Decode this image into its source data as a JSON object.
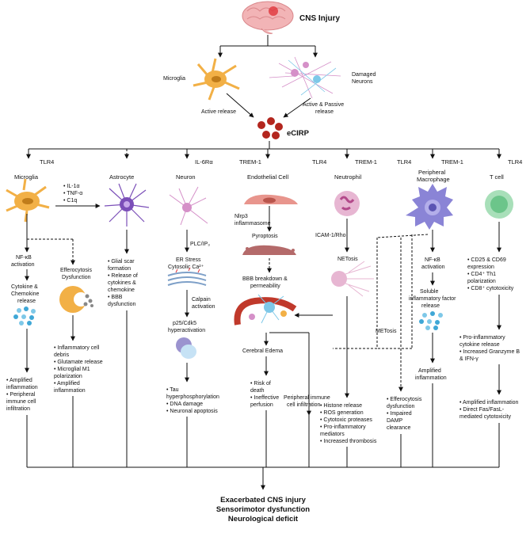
{
  "top": {
    "title": "CNS Injury",
    "microglia": "Microglia",
    "damaged_neurons": [
      "Damaged",
      "Neurons"
    ],
    "active_release": "Active release",
    "active_passive": [
      "Active & Passive",
      "release"
    ],
    "ecirp": "eCIRP"
  },
  "receptors": {
    "tlr4_1": "TLR4",
    "il6ra": "IL-6Rα",
    "trem1_1": "TREM-1",
    "tlr4_2": "TLR4",
    "trem1_2": "TREM-1",
    "tlr4_3": "TLR4",
    "trem1_3": "TREM-1",
    "tlr4_4": "TLR4"
  },
  "cells": {
    "microglia": "Microglia",
    "astrocyte": "Astrocyte",
    "neuron": "Neuron",
    "endothelial": "Endothelial Cell",
    "neutrophil": "Neutrophil",
    "macrophage": [
      "Peripheral",
      "Macrophage"
    ],
    "tcell": "T cell"
  },
  "microglia_col": {
    "cytokines": [
      "• IL-1α",
      "• TNF-α",
      "• C1q"
    ],
    "nfkb": [
      "NF-κB",
      "activation"
    ],
    "cytokine_release": [
      "Cytokine &",
      "Chemokine",
      "release"
    ],
    "outcome": [
      "• Amplified",
      "  inflammation",
      "• Peripheral",
      "  immune cell",
      "  infiltration"
    ],
    "efferocytosis": [
      "Efferocytosis",
      "Dysfunction"
    ],
    "effero_outcome": [
      "• Inflammatory cell",
      "  debris",
      "• Glutamate release",
      "• Microglial M1",
      "  polarization",
      "• Amplified",
      "  inflammation"
    ]
  },
  "astrocyte_col": {
    "outcome": [
      "• Glial scar",
      "  formation",
      "• Release of",
      "  cytokines &",
      "  chemokine",
      "• BBB",
      "  dysfunction"
    ]
  },
  "neuron_col": {
    "plc": "PLC/IP₃",
    "er": [
      "ER Stress",
      "Cytosolic Ca²⁺"
    ],
    "calpain": [
      "Calpain",
      "activation"
    ],
    "cdk5": [
      "p25/Cdk5",
      "hyperactivation"
    ],
    "outcome": [
      "• Tau",
      "  hyperphosphorylation",
      "• DNA damage",
      "• Neuronal apoptosis"
    ]
  },
  "endo_col": {
    "nlrp3": [
      "Nlrp3",
      "inflammasome"
    ],
    "pyroptosis": "Pyroptosis",
    "bbb": [
      "BBB breakdown &",
      "permeability"
    ],
    "edema": "Cerebral Edema",
    "edema_outcome": [
      "• Risk of",
      "  death",
      "• Ineffective",
      "  perfusion"
    ],
    "peripheral": [
      "Peripheral immune",
      "cell infiltration"
    ]
  },
  "neutrophil_col": {
    "icam": "ICAM-1/Rho",
    "netosis": "NETosis",
    "outcome": [
      "• Histone release",
      "• ROS generation",
      "• Cytotoxic proteases",
      "• Pro-inflammatory",
      "  mediators",
      "• Increased thrombosis"
    ]
  },
  "macrophage_col": {
    "metosis": "METosis",
    "nfkb": [
      "NF-κB",
      "activation"
    ],
    "soluble": [
      "Soluble",
      "inflammatory factor",
      "release"
    ],
    "amplified": [
      "Amplified",
      "inflammation"
    ],
    "effero": [
      "• Efferocytosis",
      "  dysfunction",
      "• Impaired",
      "  DAMP",
      "  clearance"
    ]
  },
  "tcell_col": {
    "markers": [
      "• CD25 & CD69",
      "  expression",
      "• CD4⁺ Th1",
      "  polarization",
      "• CD8⁺ cytotoxicity"
    ],
    "release": [
      "• Pro-inflammatory",
      "  cytokine release",
      "• Increased Granzyme B",
      "  & IFN-γ"
    ],
    "outcome": [
      "• Amplified inflammation",
      "• Direct Fas/FasL-",
      "  mediated cytotoxicity"
    ]
  },
  "final": [
    "Exacerbated CNS injury",
    "Sensorimotor dysfunction",
    "Neurological deficit"
  ],
  "colors": {
    "microglia": "#f2b046",
    "astrocyte": "#7b4fb8",
    "neuron": "#d590c8",
    "endothelial": "#e8958d",
    "pyroptosis": "#b46a6a",
    "ecirp": "#b3261e",
    "neutrophil": "#c77dab",
    "macrophage": "#8a84d6",
    "tcell": "#6cc58a",
    "vesicle": "#3fa7d6"
  }
}
